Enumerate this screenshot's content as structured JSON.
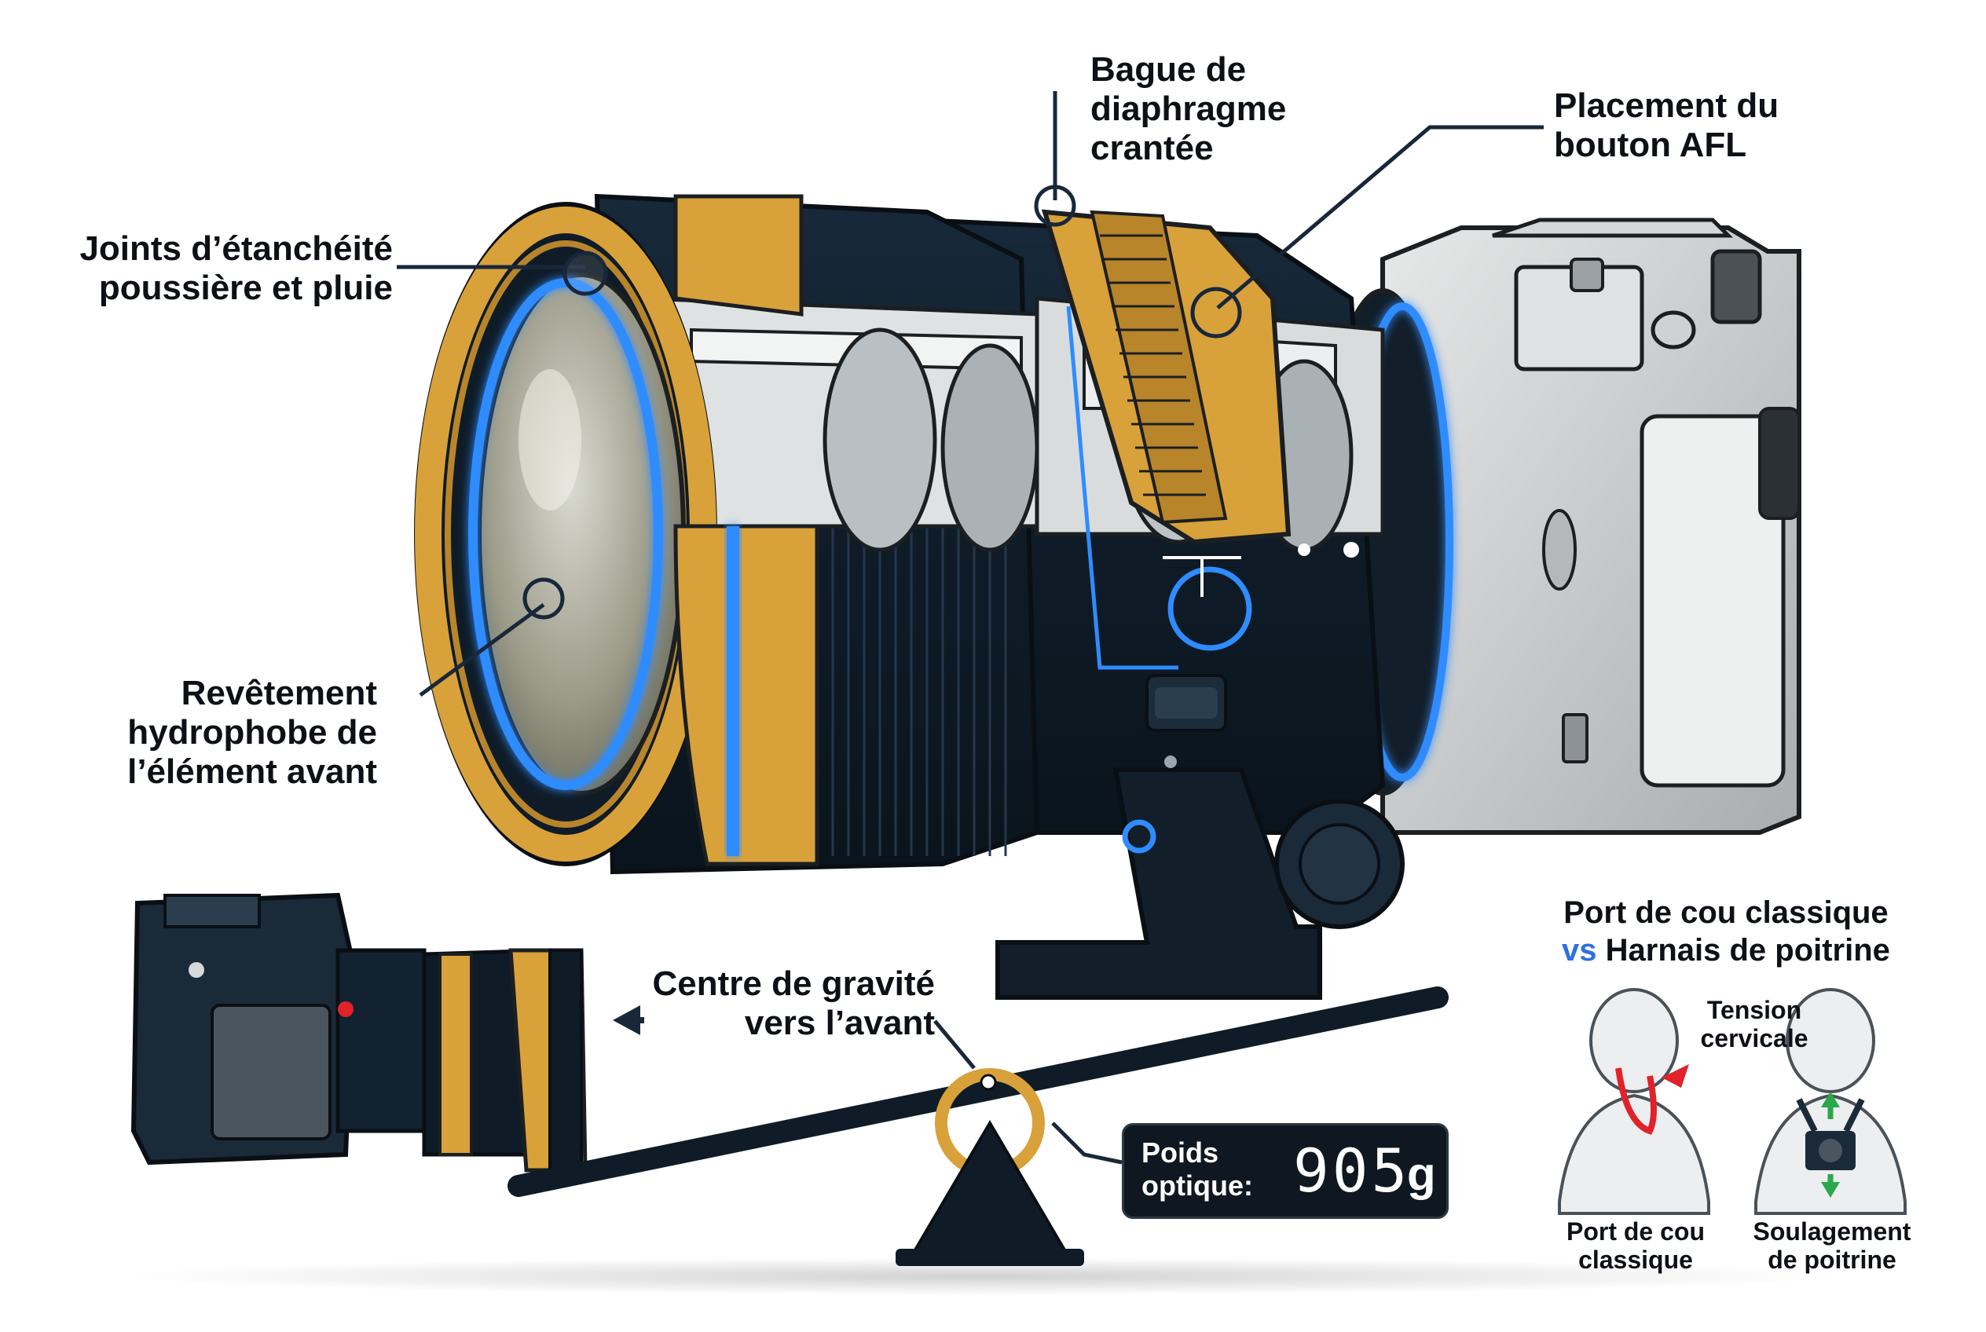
{
  "callouts": {
    "seals": [
      "Joints d’étanchéité",
      "poussière et pluie"
    ],
    "aperture": [
      "Bague de",
      "diaphragme",
      "crantée"
    ],
    "afl": [
      "Placement du",
      "bouton AFL"
    ],
    "coating": [
      "Revêtement",
      "hydrophobe de",
      "l’élément avant"
    ],
    "gravity": [
      "Centre de gravité",
      "vers l’avant"
    ]
  },
  "weight": {
    "caption": [
      "Poids",
      "optique:"
    ],
    "value": "905",
    "unit": "g"
  },
  "carry": {
    "title_line1": "Port de cou classique",
    "title_vs": "vs",
    "title_line2_rest": " Harnais de poitrine",
    "tension_label": [
      "Tension",
      "cervicale"
    ],
    "neck_caption": [
      "Port de cou",
      "classique"
    ],
    "chest_caption": [
      "Soulagement",
      "de poitrine"
    ]
  },
  "colors": {
    "lens_body": "#0f1f2c",
    "gold_ring": "#d9a13a",
    "glow_blue": "#2f8cff",
    "camera_silver": "#c9ccce",
    "tension_red": "#e2222a",
    "relief_green": "#2aa84a"
  }
}
